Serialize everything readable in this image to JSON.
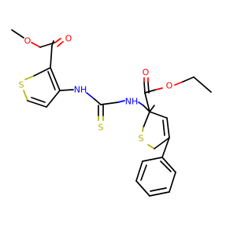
{
  "atoms": {
    "o_methyl_ester_single": "O",
    "o_methyl_ester_double": "O",
    "s_left_thiophene": "S",
    "nh_left": "NH",
    "s_thiourea": "S",
    "nh_right": "NH",
    "o_ethyl_ester_double": "O",
    "o_ethyl_ester_single": "O",
    "s_right_thiophene": "S"
  },
  "colors": {
    "bond": "#000000",
    "oxygen": "#ff0000",
    "sulfur": "#b2b200",
    "nitrogen": "#0000ff"
  }
}
